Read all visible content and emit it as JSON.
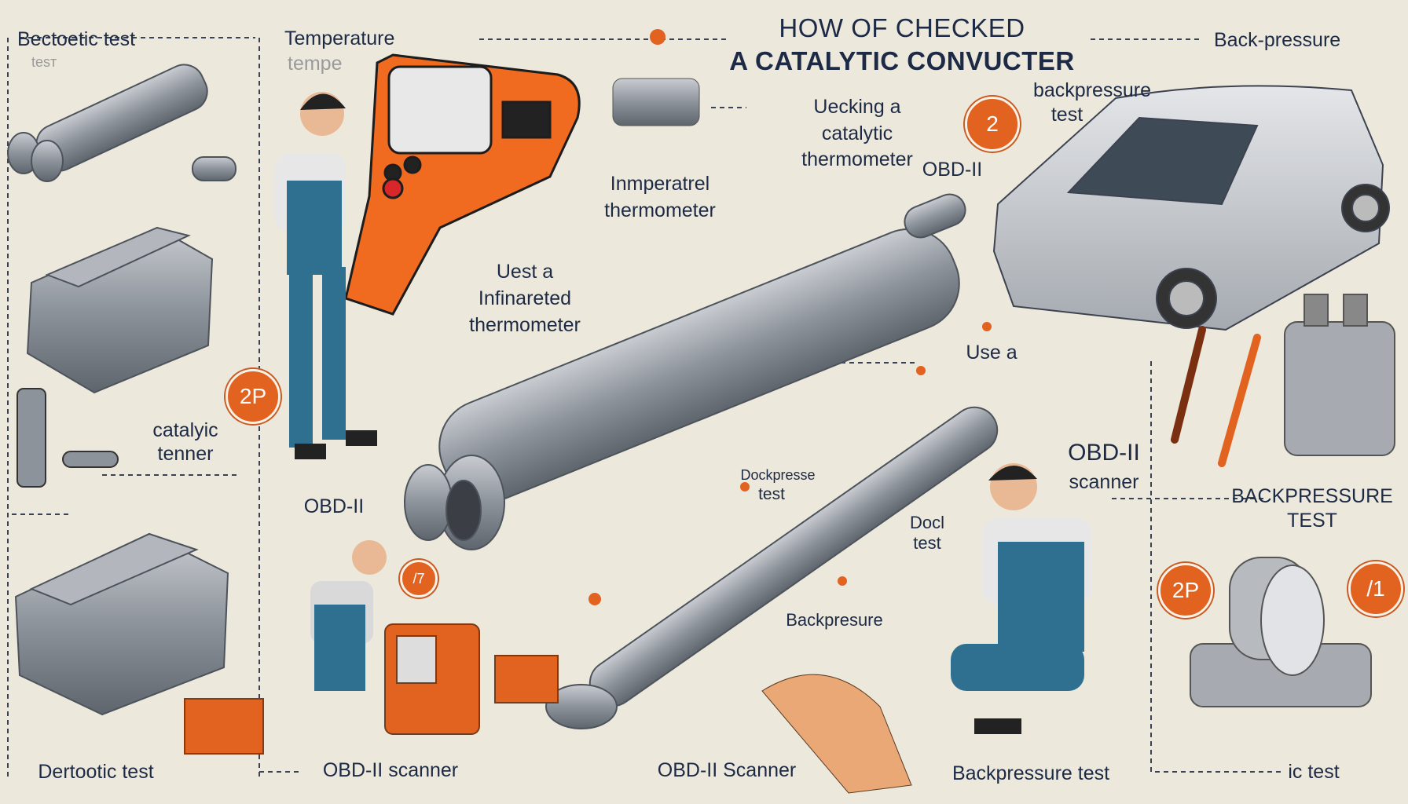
{
  "title": {
    "line1": "HOW OF CHECKED",
    "line2": "A CATALYTIC CONVUCTER"
  },
  "labels": {
    "top_left": "Bectoetic test",
    "top_left_faded": "tesт",
    "temperature": "Temperature",
    "temperature_faded": "tempe",
    "back_pressure_top": "Back-pressure",
    "backpressure_test_1": "backpressure",
    "backpressure_test_2": "test",
    "uecking_1": "Uecking a",
    "uecking_2": "catalytic",
    "uecking_3": "thermometer",
    "obd_top": "OBD-II",
    "inmperatrel_1": "Inmperatrel",
    "inmperatrel_2": "thermometer",
    "uest_1": "Uest a",
    "uest_2": "Infinareted",
    "uest_3": "thermometer",
    "use_a": "Use a",
    "catalyic_1": "catalyic",
    "catalyic_2": "tenner",
    "obd_mid": "OBD-II",
    "dockpresse_1": "Dockpresse",
    "dockpresse_2": "test",
    "obd_scanner_right_1": "OBD-II",
    "obd_scanner_right_2": "scanner",
    "backpressure_caps_1": "BACKPRESSURE",
    "backpressure_caps_2": "TEST",
    "docl_1": "Docl",
    "docl_2": "test",
    "backpresure": "Backpresure",
    "bottom_left": "Dertootic test",
    "bottom_obd_scanner": "OBD-II scanner",
    "bottom_obd_scanner_2": "OBD-II Scanner",
    "bottom_backpressure": "Backpressure test",
    "bottom_right": "ic test"
  },
  "badges": [
    "2",
    "2P",
    "/7",
    "2P",
    "/1"
  ],
  "colors": {
    "accent_orange": "#e2621f",
    "background": "#ece8dc",
    "text_navy": "#1d2a45",
    "metal_gray": "#8b9097",
    "overall_blue": "#2f6f8f"
  },
  "icons": [
    "exhaust-pipe-icon",
    "engine-icon",
    "infrared-thermometer-icon",
    "car-icon",
    "mechanic-icon",
    "obd-scanner-icon",
    "pliers-icon",
    "filter-icon",
    "fan-icon"
  ]
}
